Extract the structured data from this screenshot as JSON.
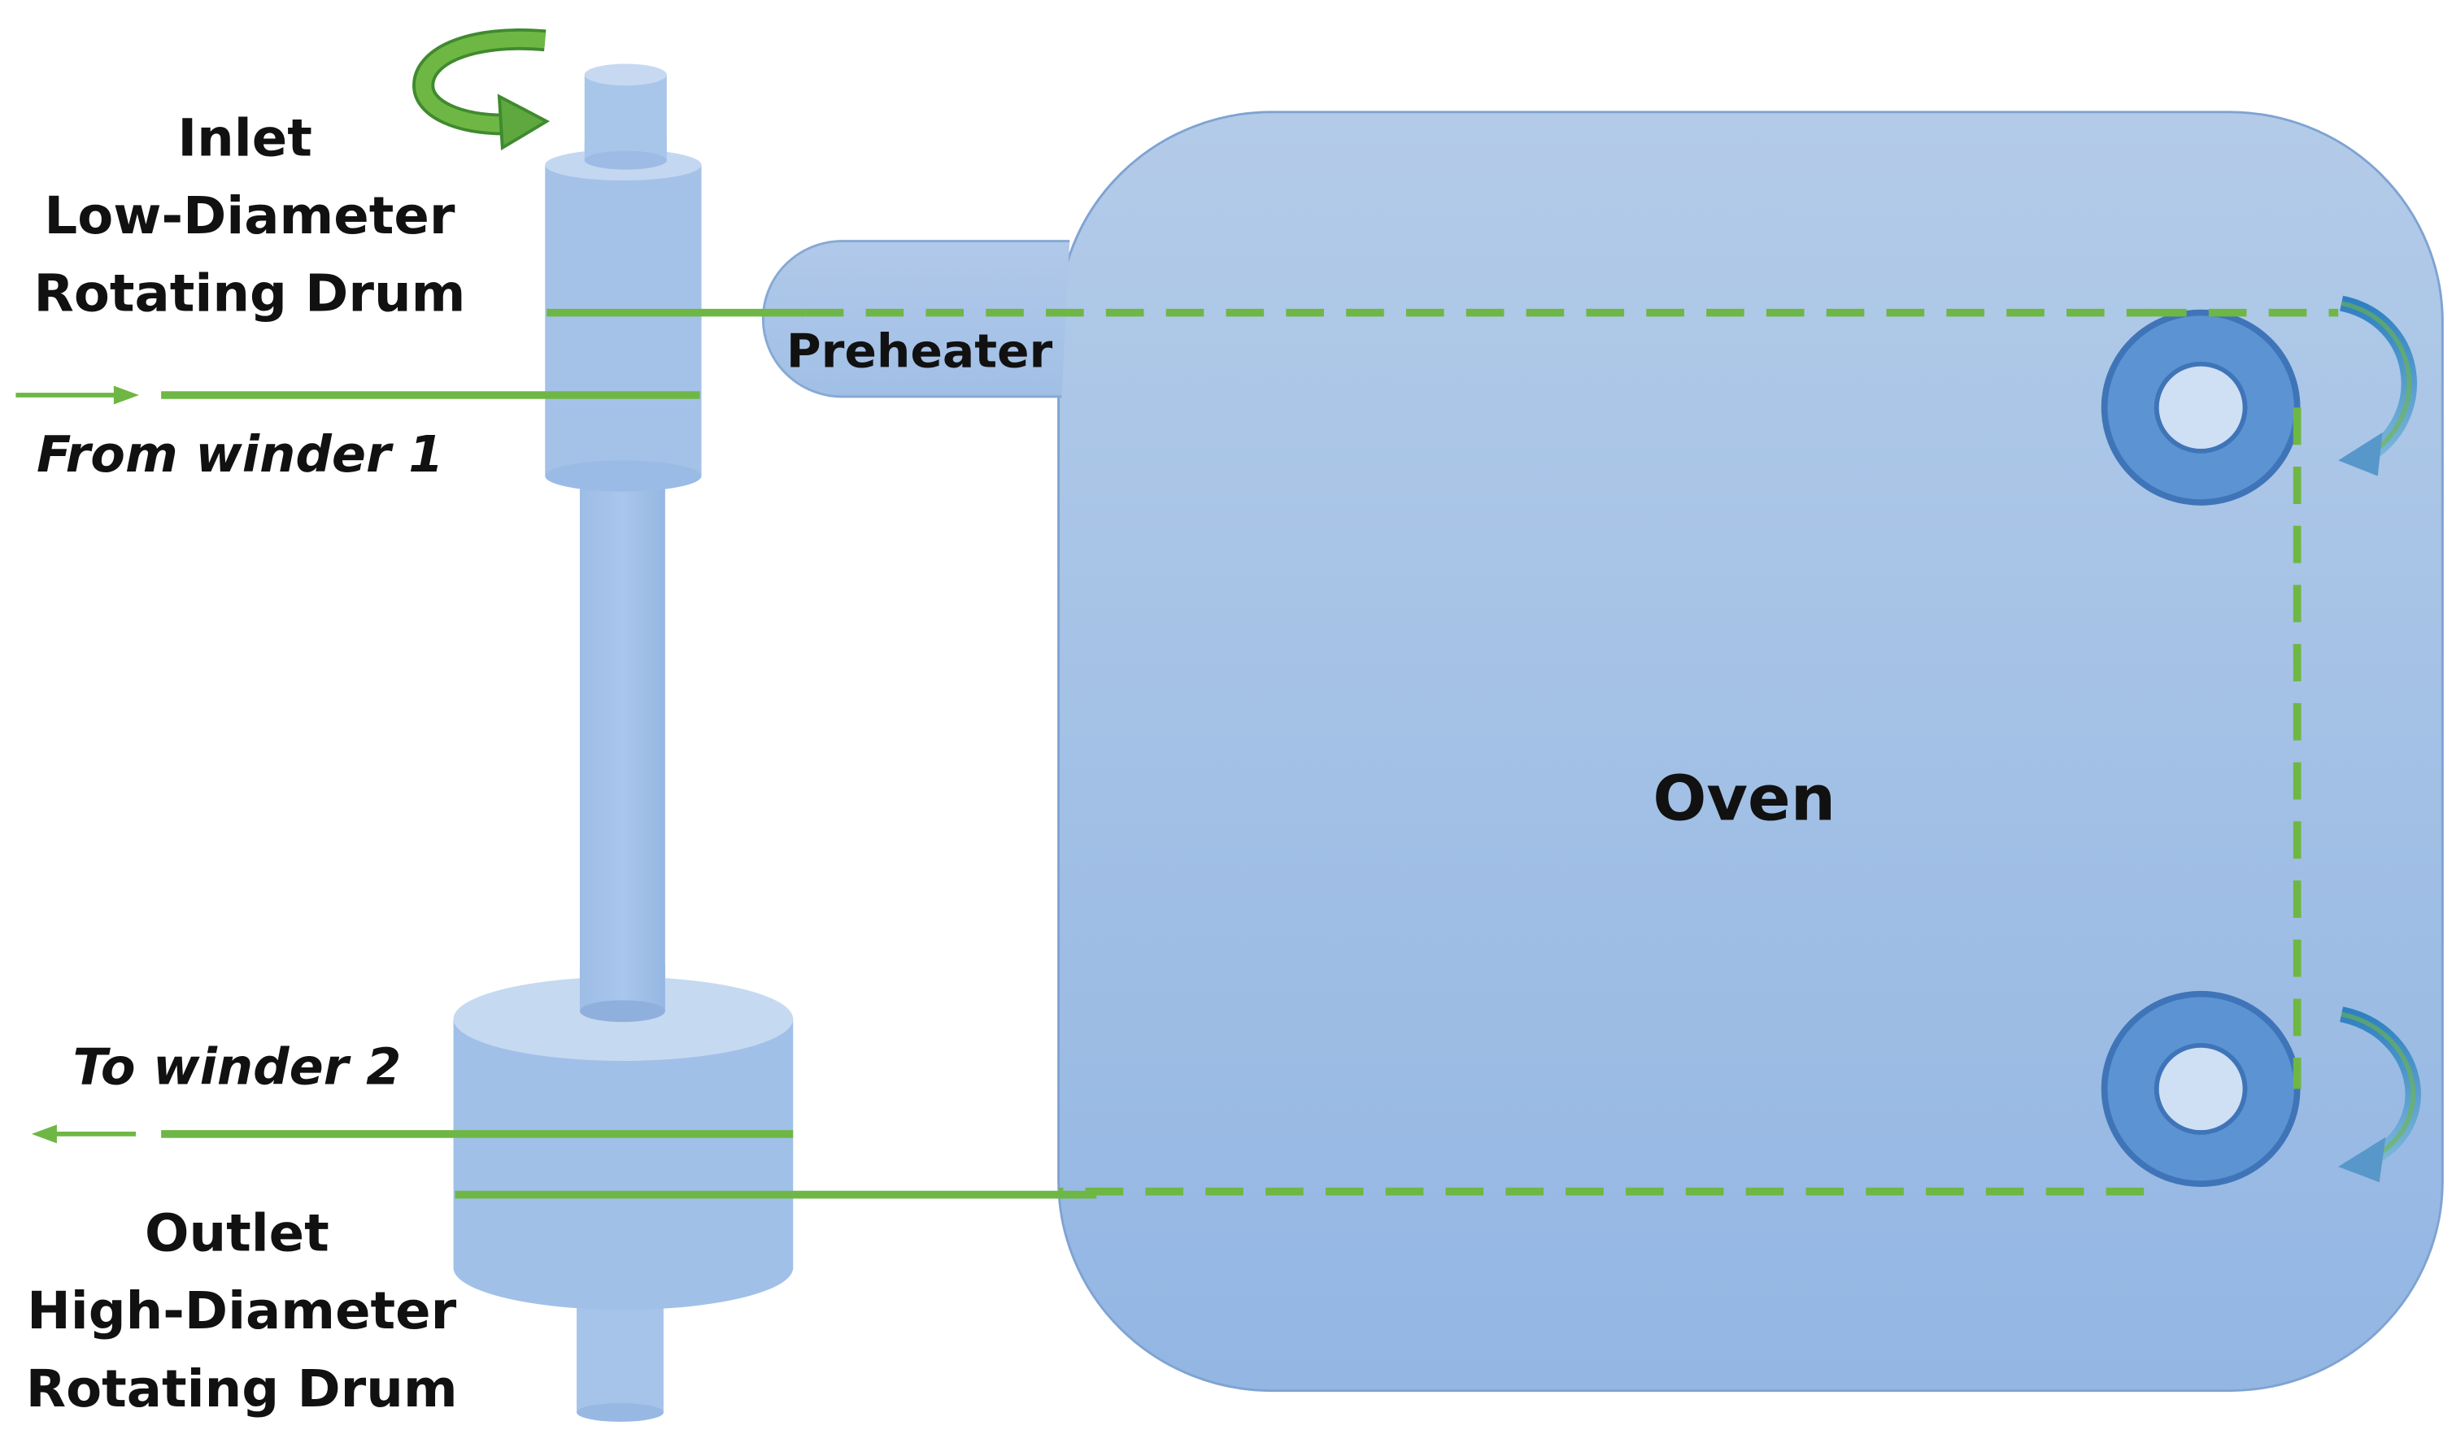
{
  "labels": {
    "inlet_title": "Inlet",
    "inlet_line2": "Low-Diameter",
    "inlet_line3": "Rotating Drum",
    "from_winder": "From winder 1",
    "preheater": "Preheater",
    "oven": "Oven",
    "to_winder": "To winder 2",
    "outlet_title": "Outlet",
    "outlet_line2": "High-Diameter",
    "outlet_line3": "Rotating Drum"
  },
  "icons": {
    "inlet_rotation": "curved-arrow-icon",
    "roller_top_rotation": "curved-arrow-icon",
    "roller_bottom_rotation": "curved-arrow-icon",
    "roller_top": "roller-icon",
    "roller_bottom": "roller-icon"
  },
  "colors": {
    "oven_fill_top": "#b3cbe8",
    "oven_fill_bottom": "#93b6e3",
    "oven_stroke": "#7fa3d2",
    "drum_body": "#a4c2e8",
    "drum_cap": "#c3d7f1",
    "roller_ring": "#5b93d3",
    "roller_ring_stroke": "#3f75b8",
    "roller_hole": "#cfe0f4",
    "fiber_line": "#6fb744",
    "arrow_green": "#5fa840",
    "arrow_blue": "#5897c9"
  }
}
